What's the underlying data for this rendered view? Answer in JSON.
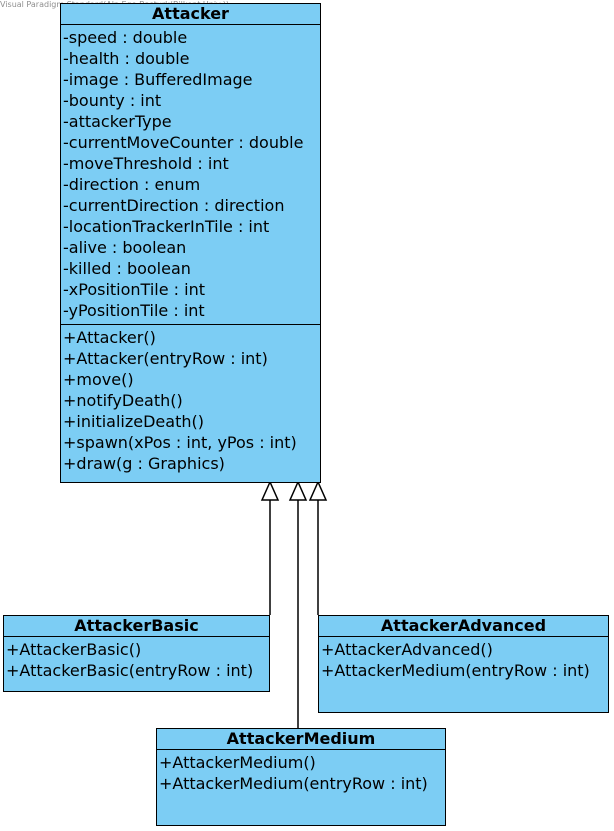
{
  "watermark": "Visual Paradigm Standard(Alp Ege Basturk(Bilkent Univ.))",
  "classes": {
    "attacker": {
      "name": "Attacker",
      "attributes": [
        "-speed : double",
        "-health : double",
        "-image : BufferedImage",
        "-bounty : int",
        "-attackerType",
        "-currentMoveCounter : double",
        "-moveThreshold : int",
        "-direction : enum",
        "-currentDirection : direction",
        "-locationTrackerInTile : int",
        "-alive : boolean",
        "-killed : boolean",
        "-xPositionTile : int",
        "-yPositionTile : int"
      ],
      "operations": [
        "+Attacker()",
        "+Attacker(entryRow : int)",
        "+move()",
        "+notifyDeath()",
        "+initializeDeath()",
        "+spawn(xPos : int, yPos : int)",
        "+draw(g : Graphics)"
      ]
    },
    "basic": {
      "name": "AttackerBasic",
      "operations": [
        "+AttackerBasic()",
        "+AttackerBasic(entryRow : int)"
      ]
    },
    "advanced": {
      "name": "AttackerAdvanced",
      "operations": [
        "+AttackerAdvanced()",
        "+AttackerMedium(entryRow : int)"
      ]
    },
    "medium": {
      "name": "AttackerMedium",
      "operations": [
        "+AttackerMedium()",
        "+AttackerMedium(entryRow : int)"
      ]
    }
  },
  "relationships": [
    {
      "type": "generalization",
      "from": "AttackerBasic",
      "to": "Attacker"
    },
    {
      "type": "generalization",
      "from": "AttackerMedium",
      "to": "Attacker"
    },
    {
      "type": "generalization",
      "from": "AttackerAdvanced",
      "to": "Attacker"
    }
  ],
  "colors": {
    "class_fill": "#7ccdf4",
    "border": "#000000",
    "watermark": "#8f8f8f"
  }
}
